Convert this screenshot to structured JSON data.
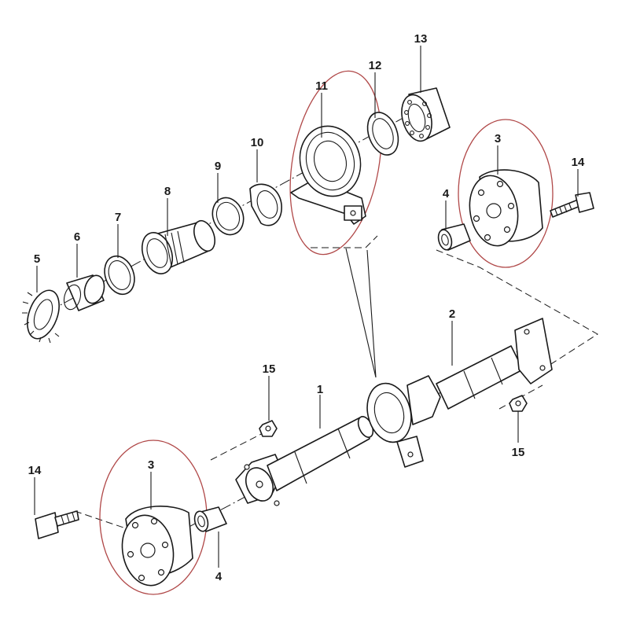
{
  "diagram": {
    "callouts": [
      {
        "id": "c1",
        "text": "1"
      },
      {
        "id": "c2",
        "text": "2"
      },
      {
        "id": "c3a",
        "text": "3"
      },
      {
        "id": "c3b",
        "text": "3"
      },
      {
        "id": "c4a",
        "text": "4"
      },
      {
        "id": "c4b",
        "text": "4"
      },
      {
        "id": "c5",
        "text": "5"
      },
      {
        "id": "c6",
        "text": "6"
      },
      {
        "id": "c7",
        "text": "7"
      },
      {
        "id": "c8",
        "text": "8"
      },
      {
        "id": "c9",
        "text": "9"
      },
      {
        "id": "c10",
        "text": "10"
      },
      {
        "id": "c11",
        "text": "11"
      },
      {
        "id": "c12",
        "text": "12"
      },
      {
        "id": "c13",
        "text": "13"
      },
      {
        "id": "c14a",
        "text": "14"
      },
      {
        "id": "c14b",
        "text": "14"
      },
      {
        "id": "c15a",
        "text": "15"
      },
      {
        "id": "c15b",
        "text": "15"
      }
    ],
    "highlight_color": "#b04848",
    "line_color": "#1a1a1a"
  }
}
